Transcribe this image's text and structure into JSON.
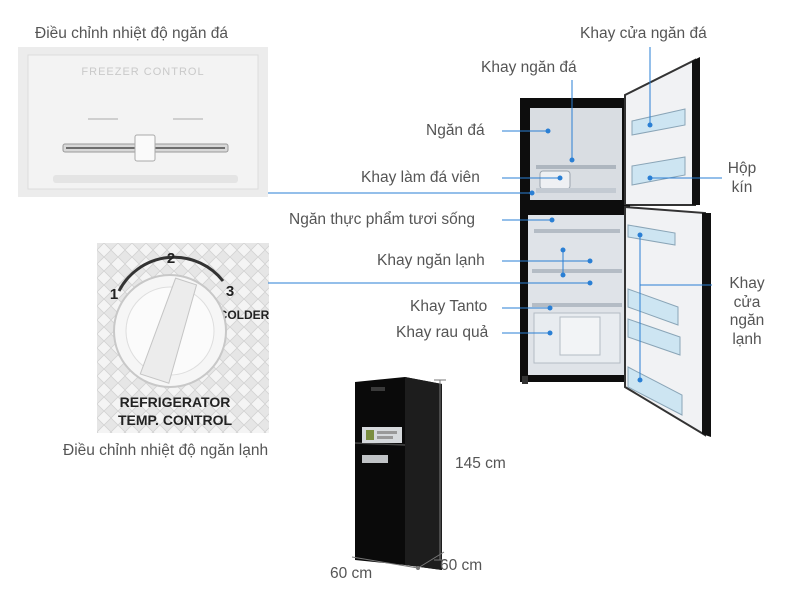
{
  "panels": {
    "freezer_control_caption": "Điều chỉnh nhiệt độ ngăn đá",
    "fridge_control_caption": "Điều chỉnh nhiệt độ ngăn lạnh",
    "freezer_panel_text": "FREEZER CONTROL",
    "dial": {
      "n1": "1",
      "n2": "2",
      "n3": "3",
      "colder": "COLDER",
      "line1": "REFRIGERATOR",
      "line2": "TEMP. CONTROL"
    }
  },
  "labels": {
    "khay_cua_ngan_da": "Khay cửa ngăn đá",
    "khay_ngan_da": "Khay ngăn đá",
    "ngan_da": "Ngăn đá",
    "khay_lam_da_vien": "Khay làm đá viên",
    "ngan_thuc_pham_tuoi_song": "Ngăn thực phẩm tươi sống",
    "khay_ngan_lanh": "Khay ngăn lạnh",
    "khay_tanto": "Khay Tanto",
    "khay_rau_qua": "Khay rau quả",
    "hop_kin_1": "Hộp",
    "hop_kin_2": "kín",
    "khay_cua_ngan_lanh_1": "Khay",
    "khay_cua_ngan_lanh_2": "cửa",
    "khay_cua_ngan_lanh_3": "ngăn",
    "khay_cua_ngan_lanh_4": "lạnh"
  },
  "dimensions": {
    "height": "145 cm",
    "width": "60 cm",
    "depth": "60 cm"
  },
  "colors": {
    "leader_line": "#2a7fd4",
    "fridge_body": "#111111",
    "interior": "#d9dde2"
  }
}
